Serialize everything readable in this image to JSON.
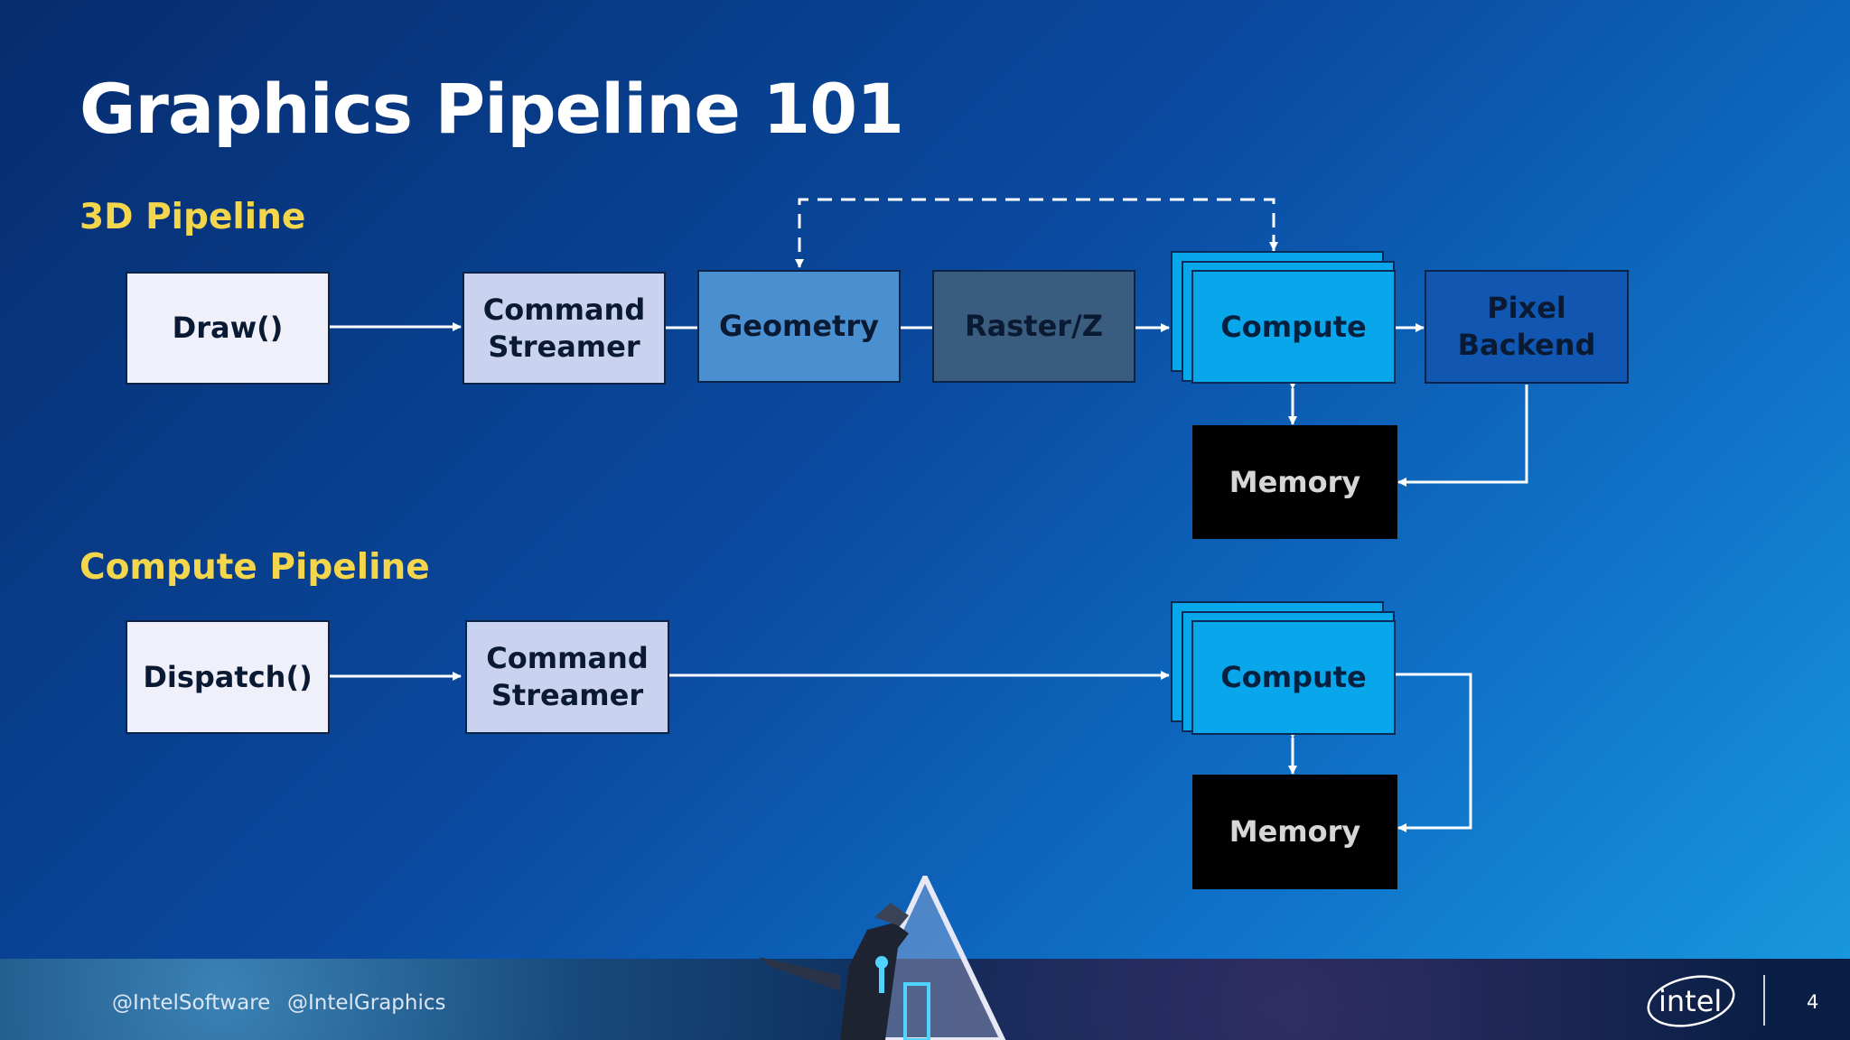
{
  "slide": {
    "title": "Graphics Pipeline 101",
    "page_number": "4"
  },
  "pipeline_3d": {
    "heading": "3D Pipeline",
    "draw": "Draw()",
    "command_streamer": [
      "Command",
      "Streamer"
    ],
    "geometry": "Geometry",
    "raster": "Raster/Z",
    "compute": "Compute",
    "pixel_backend": [
      "Pixel",
      "Backend"
    ],
    "memory": "Memory"
  },
  "pipeline_compute": {
    "heading": "Compute Pipeline",
    "dispatch": "Dispatch()",
    "command_streamer": [
      "Command",
      "Streamer"
    ],
    "compute": "Compute",
    "memory": "Memory"
  },
  "footer": {
    "social_1": "@IntelSoftware",
    "social_2": "@IntelGraphics",
    "logo_text": "intel"
  },
  "colors": {
    "heading": "#f3d64b",
    "compute": "#08a6ea",
    "pixel_backend": "#1157b2",
    "memory": "#000000",
    "geometry": "#4a8fd0",
    "raster": "#3a5c7e",
    "command_streamer": "#c9d2ee"
  }
}
